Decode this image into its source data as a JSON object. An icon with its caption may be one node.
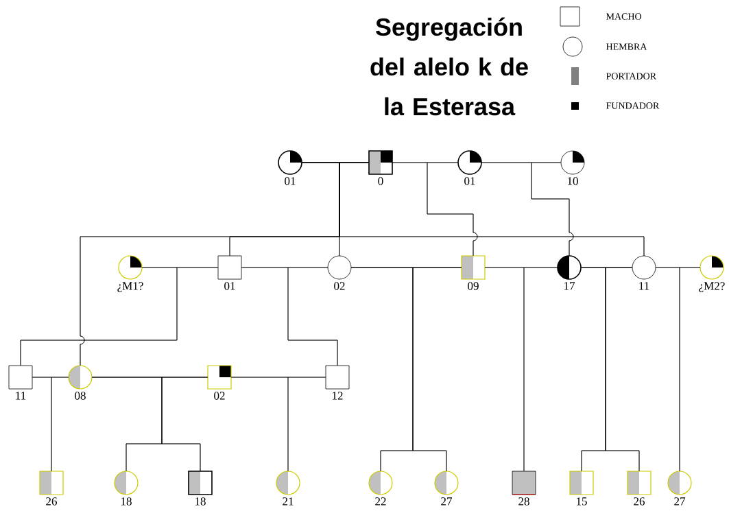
{
  "diagram": {
    "title": "Segregación del alelo k de la Esterasa",
    "nodes": [
      {
        "text": [
          "01"
        ]
      },
      {
        "text": [
          "0"
        ]
      },
      {
        "text": [
          "01"
        ]
      },
      {
        "text": [
          "10"
        ]
      },
      {
        "text": [
          "¿M1?"
        ]
      },
      {
        "text": [
          "01"
        ]
      },
      {
        "text": [
          "02"
        ]
      },
      {
        "text": [
          "09"
        ]
      },
      {
        "text": [
          "17"
        ]
      },
      {
        "text": [
          "11"
        ]
      },
      {
        "text": [
          "¿M2?"
        ]
      },
      {
        "text": [
          "11"
        ]
      },
      {
        "text": [
          "08"
        ]
      },
      {
        "text": [
          "02"
        ]
      },
      {
        "text": [
          "12"
        ]
      },
      {
        "text": [
          "26"
        ]
      },
      {
        "text": [
          "18"
        ]
      },
      {
        "text": [
          "18"
        ]
      },
      {
        "text": [
          "21"
        ]
      },
      {
        "text": [
          "22"
        ]
      },
      {
        "text": [
          "27"
        ]
      },
      {
        "text": [
          "28"
        ]
      },
      {
        "text": [
          "15"
        ]
      },
      {
        "text": [
          "26"
        ]
      },
      {
        "text": [
          "27"
        ]
      }
    ],
    "edges": [
      {
        "from": 0,
        "to": 1,
        "arrow": "none"
      },
      {
        "from": 1,
        "to": 2,
        "arrow": "none"
      },
      {
        "from": 2,
        "to": 3,
        "arrow": "none"
      },
      {
        "from": 4,
        "to": 5,
        "arrow": "none"
      },
      {
        "from": 5,
        "to": 6,
        "arrow": "none"
      },
      {
        "from": 6,
        "to": 7,
        "arrow": "none"
      },
      {
        "from": 7,
        "to": 8,
        "arrow": "none"
      },
      {
        "from": 8,
        "to": 9,
        "arrow": "none"
      },
      {
        "from": 9,
        "to": 10,
        "arrow": "none"
      },
      {
        "from": 11,
        "to": 12,
        "arrow": "none"
      },
      {
        "from": 12,
        "to": 13,
        "arrow": "none"
      },
      {
        "from": 13,
        "to": 14,
        "arrow": "none"
      },
      {
        "from": 0,
        "to": 12,
        "arrow": "none"
      },
      {
        "from": 1,
        "to": 12,
        "arrow": "none"
      },
      {
        "from": 0,
        "to": 5,
        "arrow": "none"
      },
      {
        "from": 1,
        "to": 5,
        "arrow": "none"
      },
      {
        "from": 0,
        "to": 6,
        "arrow": "none"
      },
      {
        "from": 1,
        "to": 6,
        "arrow": "none"
      },
      {
        "from": 0,
        "to": 9,
        "arrow": "none"
      },
      {
        "from": 1,
        "to": 9,
        "arrow": "none"
      },
      {
        "from": 1,
        "to": 7,
        "arrow": "none"
      },
      {
        "from": 2,
        "to": 7,
        "arrow": "none"
      },
      {
        "from": 2,
        "to": 8,
        "arrow": "none"
      },
      {
        "from": 3,
        "to": 8,
        "arrow": "none"
      },
      {
        "from": 4,
        "to": 11,
        "arrow": "none"
      },
      {
        "from": 5,
        "to": 11,
        "arrow": "none"
      },
      {
        "from": 5,
        "to": 14,
        "arrow": "none"
      },
      {
        "from": 6,
        "to": 14,
        "arrow": "none"
      },
      {
        "from": 6,
        "to": 19,
        "arrow": "none"
      },
      {
        "from": 7,
        "to": 19,
        "arrow": "none"
      },
      {
        "from": 6,
        "to": 20,
        "arrow": "none"
      },
      {
        "from": 7,
        "to": 20,
        "arrow": "none"
      },
      {
        "from": 7,
        "to": 21,
        "arrow": "none"
      },
      {
        "from": 8,
        "to": 21,
        "arrow": "none"
      },
      {
        "from": 8,
        "to": 22,
        "arrow": "none"
      },
      {
        "from": 9,
        "to": 22,
        "arrow": "none"
      },
      {
        "from": 8,
        "to": 23,
        "arrow": "none"
      },
      {
        "from": 9,
        "to": 23,
        "arrow": "none"
      },
      {
        "from": 9,
        "to": 24,
        "arrow": "none"
      },
      {
        "from": 10,
        "to": 24,
        "arrow": "none"
      },
      {
        "from": 11,
        "to": 15,
        "arrow": "none"
      },
      {
        "from": 12,
        "to": 15,
        "arrow": "none"
      },
      {
        "from": 12,
        "to": 16,
        "arrow": "none"
      },
      {
        "from": 13,
        "to": 16,
        "arrow": "none"
      },
      {
        "from": 12,
        "to": 17,
        "arrow": "none"
      },
      {
        "from": 13,
        "to": 17,
        "arrow": "none"
      },
      {
        "from": 13,
        "to": 18,
        "arrow": "none"
      },
      {
        "from": 14,
        "to": 18,
        "arrow": "none"
      }
    ],
    "legend": [
      {
        "text": "MACHO"
      },
      {
        "text": "HEMBRA"
      },
      {
        "text": "PORTADOR",
        "color": "#808080"
      },
      {
        "text": "FUNDADOR",
        "color": "#000000"
      }
    ]
  }
}
